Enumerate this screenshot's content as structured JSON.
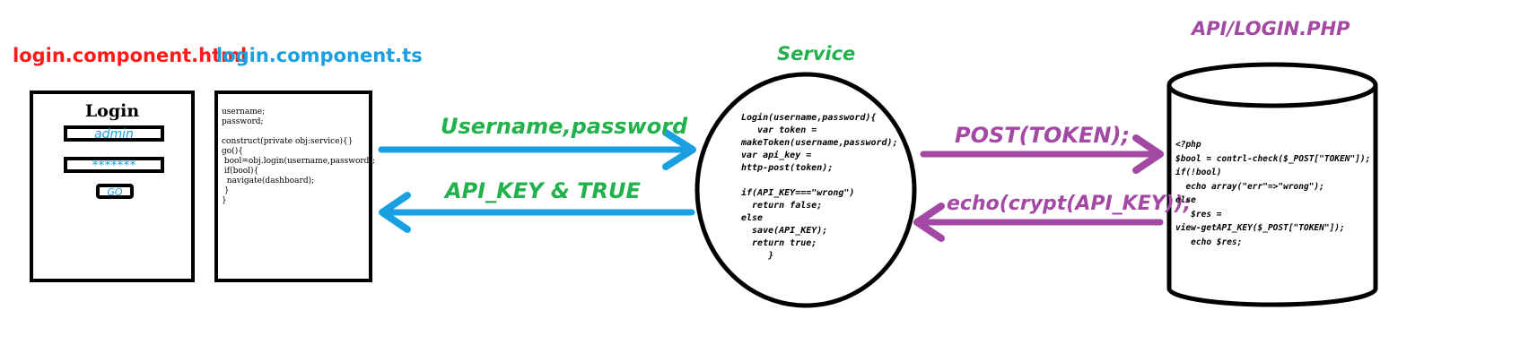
{
  "labels": {
    "html_file": "login.component.html",
    "ts_file": "login.component.ts",
    "service": "Service",
    "php_file": "API/LOGIN.PHP"
  },
  "login_form": {
    "title": "Login",
    "username_value": "admin",
    "password_value": "*******",
    "go_button": "GO"
  },
  "ts_code": [
    "username;",
    "password;",
    "",
    "construct(private obj:service){}",
    "go(){",
    " bool=obj.login(username,password);",
    " if(bool){",
    "  navigate(dashboard);",
    " }",
    "}"
  ],
  "service_code": [
    "Login(username,password){",
    "   var token =",
    "makeToken(username,password);",
    "var api_key =",
    "http-post(token);",
    "",
    "if(API_KEY===\"wrong\")",
    "  return false;",
    "else",
    "  save(API_KEY);",
    "  return true;",
    "     }"
  ],
  "php_code": [
    "<?php",
    "$bool = contrl-check($_POST[\"TOKEN\"]);",
    "if(!bool)",
    "  echo array(\"err\"=>\"wrong\");",
    "else",
    "   $res =",
    "view-getAPI_KEY($_POST[\"TOKEN\"]);",
    "   echo $res;"
  ],
  "arrows": {
    "to_service": "Username,password",
    "from_service": "API_KEY & TRUE",
    "to_php": "POST(TOKEN);",
    "from_php": "echo(crypt(API_KEY));"
  },
  "colors": {
    "red": "#ff1a1a",
    "blue": "#1a9fe0",
    "green": "#22b14c",
    "purple": "#a349a4",
    "black": "#000000"
  }
}
